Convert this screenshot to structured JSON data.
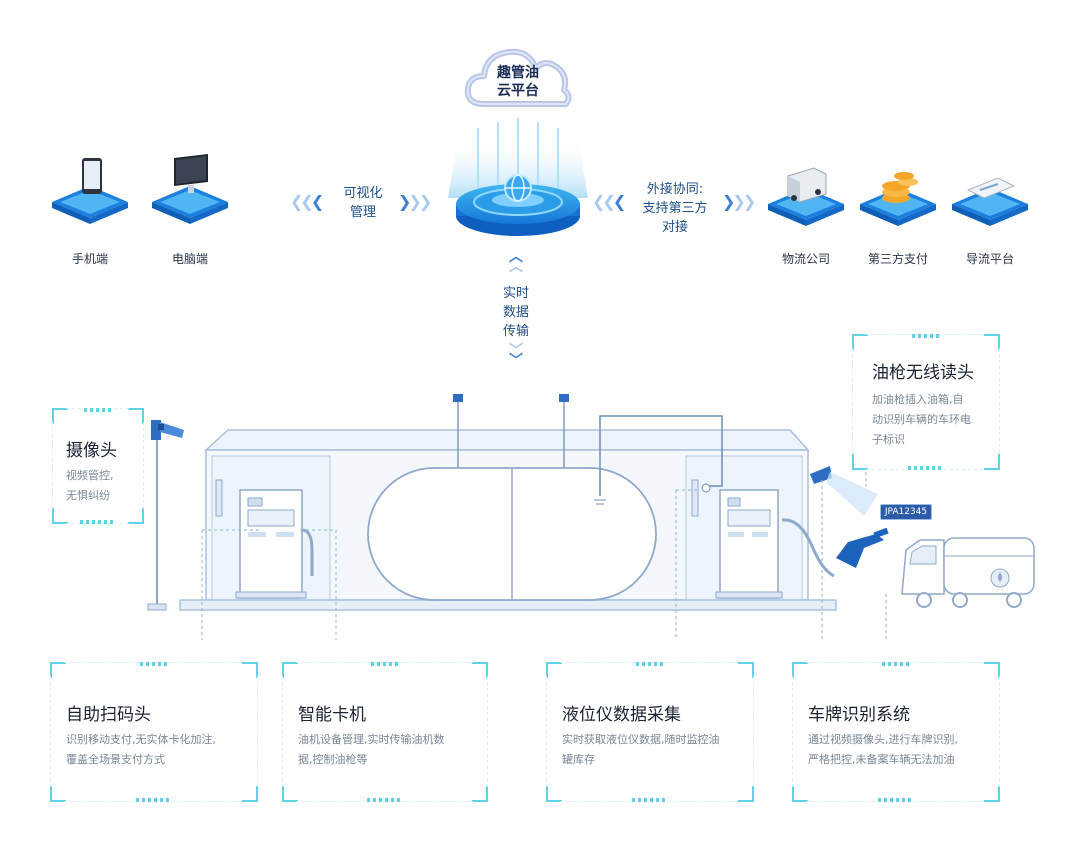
{
  "cloud": {
    "line1": "趣管油",
    "line2": "云平台"
  },
  "left_devices": [
    {
      "label": "手机端",
      "icon": "phone-icon"
    },
    {
      "label": "电脑端",
      "icon": "monitor-icon"
    }
  ],
  "right_partners": [
    {
      "label": "物流公司",
      "icon": "truck-icon"
    },
    {
      "label": "第三方支付",
      "icon": "coins-icon"
    },
    {
      "label": "导流平台",
      "icon": "ticket-icon"
    }
  ],
  "connectors": {
    "left_line1": "可视化",
    "left_line2": "管理",
    "right_line1": "外接协同:",
    "right_line2": "支持第三方",
    "right_line3": "对接",
    "vertical_line1": "实时",
    "vertical_line2": "数据",
    "vertical_line3": "传输"
  },
  "plate_number": "JPA12345",
  "cards": {
    "camera": {
      "title": "摄像头",
      "desc1": "视频管控,",
      "desc2": "无惧纠纷"
    },
    "reader": {
      "title": "油枪无线读头",
      "desc1": "加油枪插入油箱,自",
      "desc2": "动识别车辆的车环电",
      "desc3": "子标识"
    },
    "scanner": {
      "title": "自助扫码头",
      "desc1": "识别移动支付,无实体卡化加注,",
      "desc2": "覆盖全场景支付方式"
    },
    "card_machine": {
      "title": "智能卡机",
      "desc1": "油机设备管理,实时传输油机数",
      "desc2": "据,控制油枪等"
    },
    "level_gauge": {
      "title": "液位仪数据采集",
      "desc1": "实时获取液位仪数据,随时监控油",
      "desc2": "罐库存"
    },
    "plate_recognition": {
      "title": "车牌识别系统",
      "desc1": "通过视频摄像头,进行车牌识别,",
      "desc2": "严格把控,未备案车辆无法加油"
    }
  },
  "colors": {
    "accent": "#3b7fd8",
    "card_border": "#5fd2e6",
    "line": "#9fb8d8"
  }
}
